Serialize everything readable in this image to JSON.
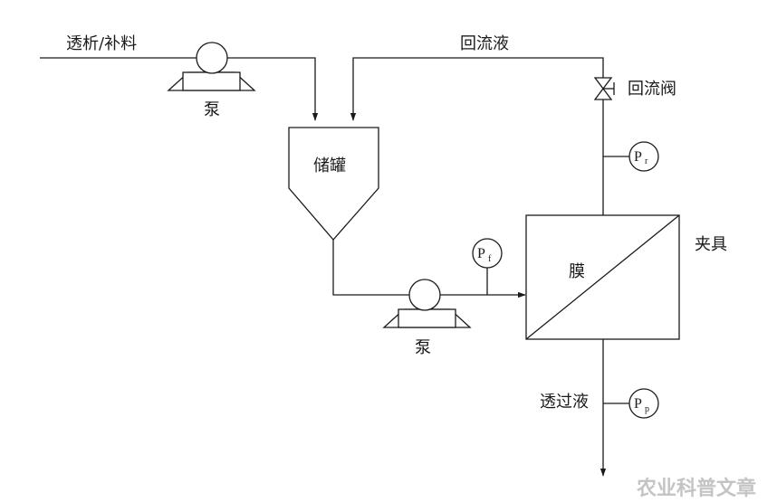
{
  "labels": {
    "dialysis_feed": "透析/补料",
    "recycle": "回流液",
    "recycle_valve": "回流阀",
    "tank": "储罐",
    "pump_top": "泵",
    "pump_bottom": "泵",
    "membrane": "膜",
    "holder": "夹具",
    "permeate": "透过液"
  },
  "gauges": {
    "retentate": {
      "main": "P",
      "sub": "r"
    },
    "feed": {
      "main": "P",
      "sub": "f"
    },
    "permeate": {
      "main": "P",
      "sub": "p"
    }
  },
  "watermark": "农业科普文章"
}
